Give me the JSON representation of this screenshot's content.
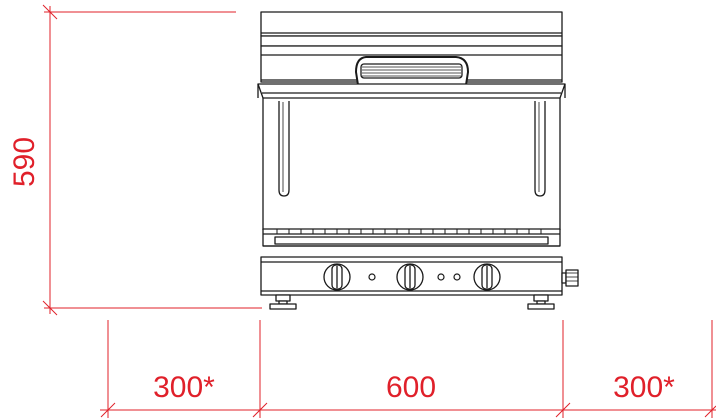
{
  "dimensions": {
    "height_label": "590",
    "left_clearance_label": "300*",
    "width_label": "600",
    "right_clearance_label": "300*"
  },
  "colors": {
    "dimension": "#e0202a",
    "outline": "#1a1a1a",
    "background": "#ffffff"
  }
}
